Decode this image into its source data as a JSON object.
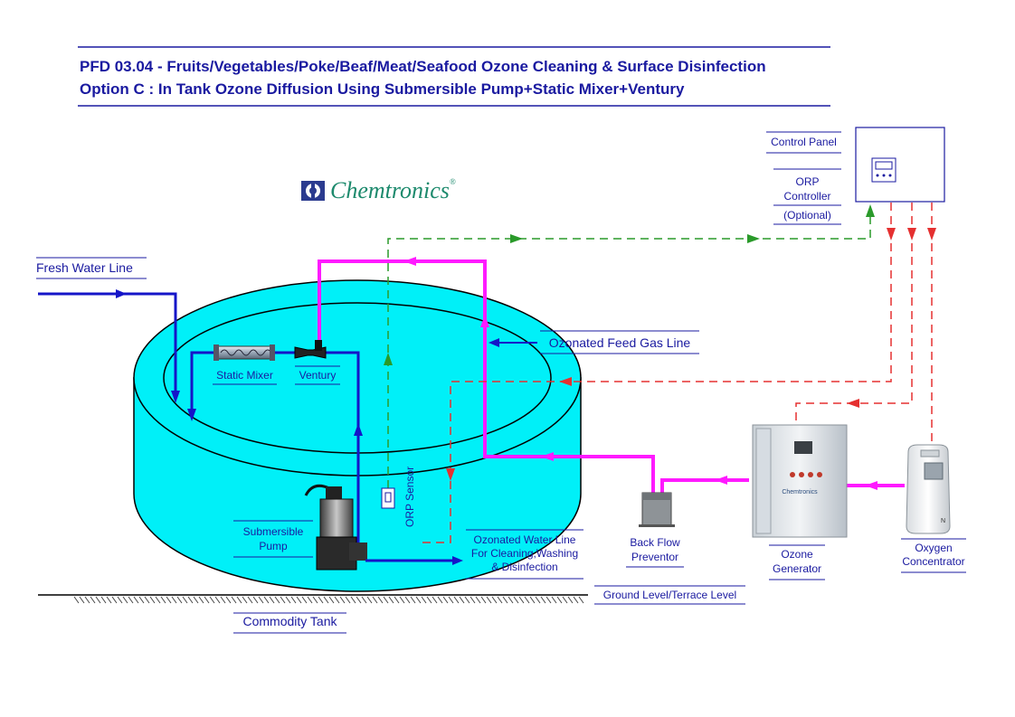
{
  "title": {
    "line1": "PFD 03.04 - Fruits/Vegetables/Poke/Beaf/Meat/Seafood Ozone Cleaning & Surface Disinfection",
    "line2": "Option C : In Tank Ozone Diffusion Using Submersible Pump+Static Mixer+Ventury"
  },
  "logo": {
    "name": "Chemtronics",
    "mark": "®"
  },
  "labels": {
    "control_panel": "Control Panel",
    "orp": "ORP",
    "controller": "Controller",
    "optional": "(Optional)",
    "fresh_water_line": "Fresh Water Line",
    "static_mixer": "Static Mixer",
    "ventury": "Ventury",
    "ozonated_feed_gas_line": "Ozonated Feed Gas Line",
    "orp_sensor": "ORP Sensor",
    "submersible": "Submersible",
    "pump": "Pump",
    "ozonated_water_line_1": "Ozonated Water Line",
    "ozonated_water_line_2": "For Cleaning,Washing",
    "ozonated_water_line_3": "& Disinfection",
    "back_flow": "Back Flow",
    "preventor": "Preventor",
    "ozone": "Ozone",
    "generator": "Generator",
    "oxygen": "Oxygen",
    "concentrator": "Concentrator",
    "ground_level": "Ground Level/Terrace Level",
    "commodity_tank": "Commodity Tank",
    "gen_brand": "Chemtronics",
    "bfp_caption": "Backflow Preventor"
  },
  "colors": {
    "water_line": "#1515c8",
    "ozone_gas_line": "#ff1aff",
    "control_signal": "#e53030",
    "sensor_signal": "#2a9a2a",
    "tank_water": "#00f0f8",
    "text": "#1a1aa0"
  },
  "icons": [
    "chemtronics-logo-icon",
    "control-panel-display-icon",
    "submersible-pump-icon",
    "static-mixer-icon",
    "ventury-icon",
    "orp-sensor-icon",
    "back-flow-preventor-icon",
    "ozone-generator-icon",
    "oxygen-concentrator-icon"
  ]
}
